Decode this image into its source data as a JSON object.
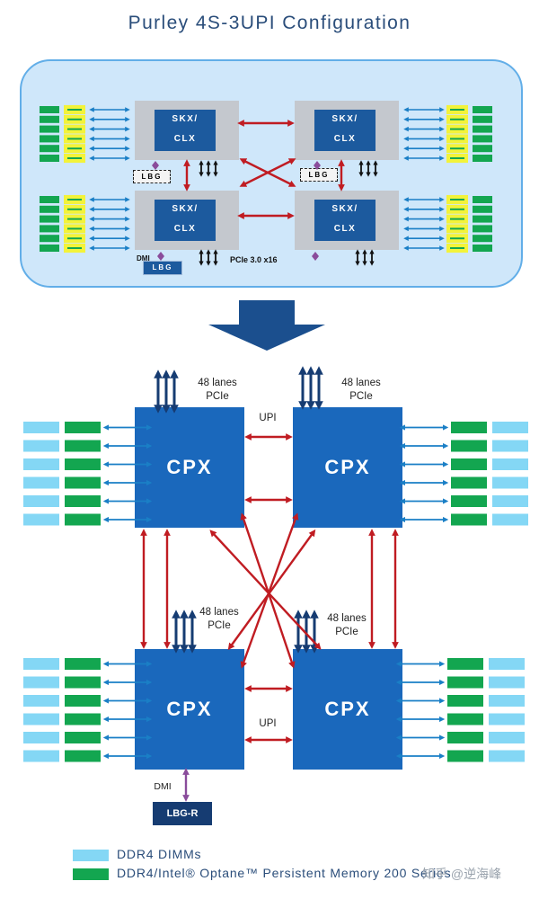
{
  "title": "Purley 4S-3UPI Configuration",
  "top": {
    "socket_label": [
      "SKX/",
      "CLX"
    ],
    "lbg": "LBG",
    "dmi": "DMI",
    "pcie": "PCIe 3.0 x16"
  },
  "bottom": {
    "cpu": "CPX",
    "lanes": [
      "48 lanes",
      "PCIe"
    ],
    "upi": "UPI",
    "dmi": "DMI",
    "lbg": "LBG-R"
  },
  "legend": [
    {
      "label": "DDR4 DIMMs",
      "color": "#84d7f5"
    },
    {
      "label": "DDR4/Intel® Optane™ Persistent Memory 200 Series",
      "color": "#13a650"
    }
  ],
  "colors": {
    "upi": "#c01c22",
    "cpu": "#1a68bc",
    "io": "#163c72",
    "dmi": "#8a4c9b",
    "dimm_yellow": "#f3f33a"
  },
  "watermark": "知乎 @逆海峰"
}
